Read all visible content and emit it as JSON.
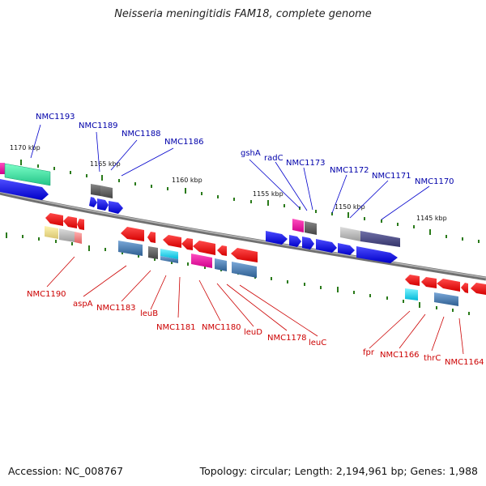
{
  "title": "Neisseria meningitidis FAM18, complete genome",
  "accession": "Accession: NC_008767",
  "summary": "Topology: circular; Length: 2,194,961 bp; Genes: 1,988",
  "colors": {
    "forward_label": "#0000aa",
    "reverse_label": "#cc0000",
    "tick": "#2a7a1a",
    "backbone": "#888888"
  },
  "scale_labels": [
    "1170 kbp",
    "1165 kbp",
    "1160 kbp",
    "1155 kbp",
    "1150 kbp",
    "1145 kbp"
  ],
  "forward_genes": [
    "NMC1193",
    "NMC1189",
    "NMC1188",
    "NMC1186",
    "gshA",
    "radC",
    "NMC1173",
    "NMC1172",
    "NMC1171",
    "NMC1170"
  ],
  "reverse_genes": [
    "NMC1190",
    "aspA",
    "NMC1183",
    "leuB",
    "NMC1181",
    "NMC1180",
    "leuD",
    "NMC1178",
    "leuC",
    "fpr",
    "NMC1166",
    "thrC",
    "NMC1164"
  ]
}
